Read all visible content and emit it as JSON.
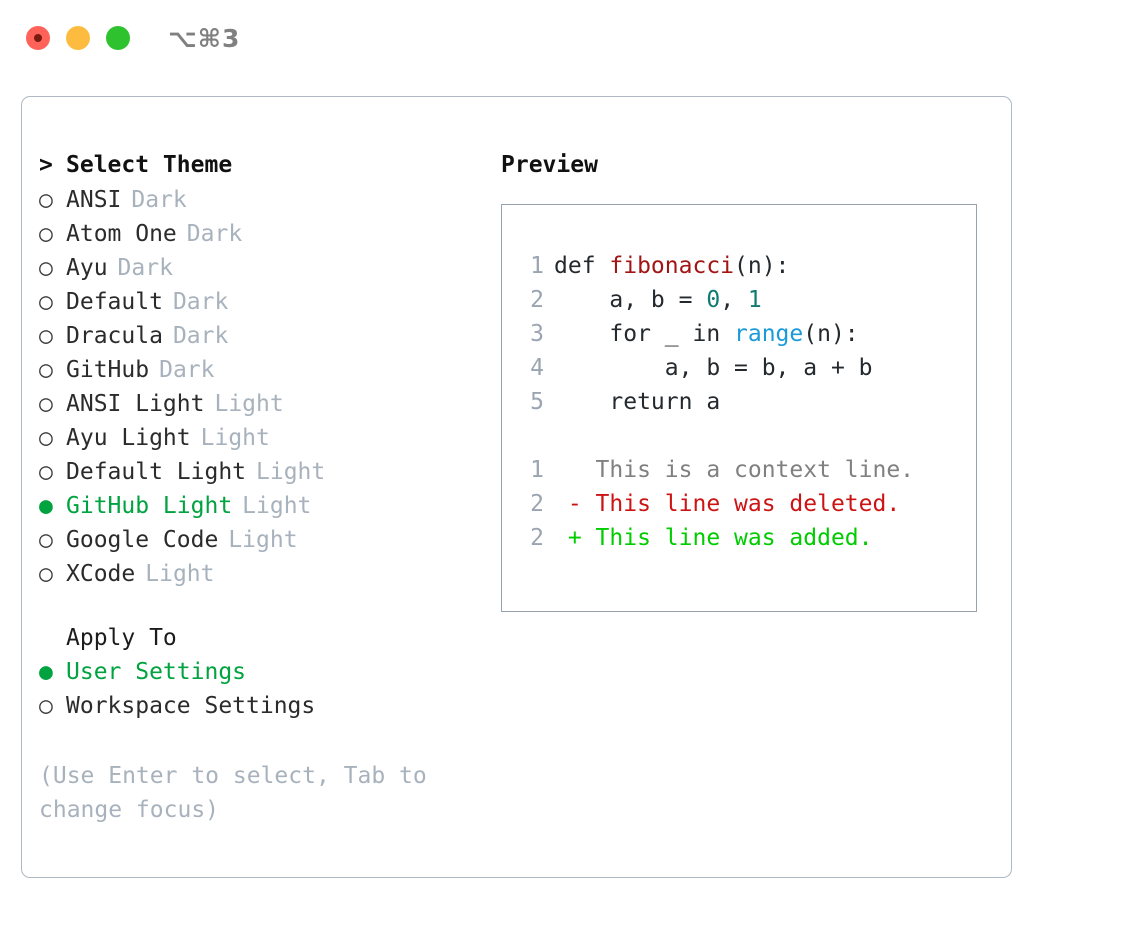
{
  "window": {
    "shortcut": "⌥⌘3",
    "traffic": {
      "close": "close-button",
      "minimize": "minimize-button",
      "maximize": "maximize-button"
    }
  },
  "theme_list": {
    "header_marker": ">",
    "header_label": "Select Theme",
    "unselected_marker": "○",
    "selected_marker": "●",
    "items": [
      {
        "name": "ANSI",
        "kind": "Dark",
        "selected": false
      },
      {
        "name": "Atom One",
        "kind": "Dark",
        "selected": false
      },
      {
        "name": "Ayu",
        "kind": "Dark",
        "selected": false
      },
      {
        "name": "Default",
        "kind": "Dark",
        "selected": false
      },
      {
        "name": "Dracula",
        "kind": "Dark",
        "selected": false
      },
      {
        "name": "GitHub",
        "kind": "Dark",
        "selected": false
      },
      {
        "name": "ANSI Light",
        "kind": "Light",
        "selected": false
      },
      {
        "name": "Ayu Light",
        "kind": "Light",
        "selected": false
      },
      {
        "name": "Default Light",
        "kind": "Light",
        "selected": false
      },
      {
        "name": "GitHub Light",
        "kind": "Light",
        "selected": true
      },
      {
        "name": "Google Code",
        "kind": "Light",
        "selected": false
      },
      {
        "name": "XCode",
        "kind": "Light",
        "selected": false
      }
    ]
  },
  "apply_to": {
    "title": "Apply To",
    "options": [
      {
        "label": "User Settings",
        "selected": true
      },
      {
        "label": "Workspace Settings",
        "selected": false
      }
    ]
  },
  "hint": "(Use Enter to select, Tab to change focus)",
  "preview": {
    "title": "Preview",
    "code_lines": [
      {
        "no": "1",
        "tokens": [
          {
            "t": "def ",
            "c": "plain"
          },
          {
            "t": "fibonacci",
            "c": "fn"
          },
          {
            "t": "(n):",
            "c": "plain"
          }
        ]
      },
      {
        "no": "2",
        "tokens": [
          {
            "t": "    a, b = ",
            "c": "plain"
          },
          {
            "t": "0",
            "c": "num"
          },
          {
            "t": ", ",
            "c": "plain"
          },
          {
            "t": "1",
            "c": "num"
          }
        ]
      },
      {
        "no": "3",
        "tokens": [
          {
            "t": "    for _ in ",
            "c": "plain"
          },
          {
            "t": "range",
            "c": "call"
          },
          {
            "t": "(n):",
            "c": "plain"
          }
        ]
      },
      {
        "no": "4",
        "tokens": [
          {
            "t": "        a, b = b, a + b",
            "c": "plain"
          }
        ]
      },
      {
        "no": "5",
        "tokens": [
          {
            "t": "    return a",
            "c": "plain"
          }
        ]
      }
    ],
    "diff_lines": [
      {
        "no": "1",
        "text": "   This is a context line.",
        "kind": "ctx"
      },
      {
        "no": "2",
        "text": " - This line was deleted.",
        "kind": "del"
      },
      {
        "no": "2",
        "text": " + This line was added.",
        "kind": "add"
      }
    ]
  },
  "colors": {
    "selected_green": "#00a33f",
    "muted": "#a8b2bd",
    "panel_border": "#aeb9c4",
    "preview_border": "#96a2b0",
    "fn_red": "#a31515",
    "num_teal": "#0f7b72",
    "call_blue": "#1a9bd7",
    "diff_del": "#cc1414",
    "diff_add": "#00cc00",
    "diff_ctx": "#808080"
  }
}
